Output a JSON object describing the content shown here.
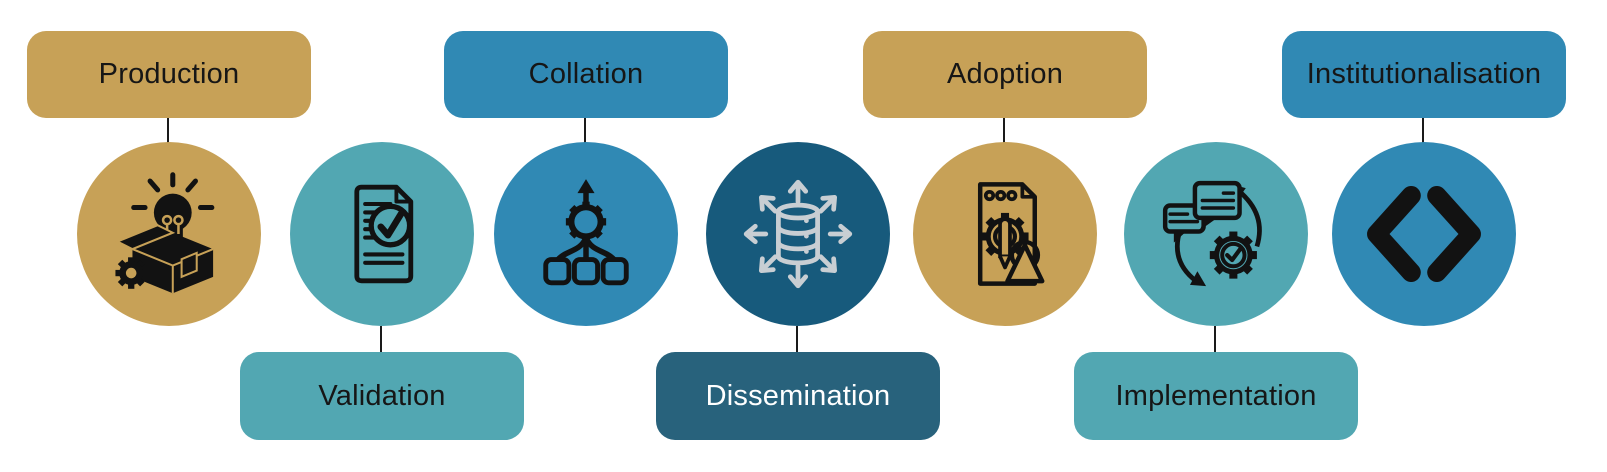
{
  "diagram": {
    "type": "process-flow",
    "stage_count": 7,
    "stages": [
      {
        "label": "Production",
        "variant": "gold",
        "label_position": "top",
        "icon": "lightbulb-box-icon"
      },
      {
        "label": "Validation",
        "variant": "teal",
        "label_position": "bottom",
        "icon": "document-checklist-icon"
      },
      {
        "label": "Collation",
        "variant": "blue",
        "label_position": "top",
        "icon": "gear-aggregation-icon"
      },
      {
        "label": "Dissemination",
        "variant": "navy",
        "label_position": "bottom",
        "icon": "database-distribution-icon"
      },
      {
        "label": "Adoption",
        "variant": "gold",
        "label_position": "top",
        "icon": "document-gear-certificate-icon"
      },
      {
        "label": "Implementation",
        "variant": "teal",
        "label_position": "bottom",
        "icon": "discussion-gear-cycle-icon"
      },
      {
        "label": "Institutionalisation",
        "variant": "blue",
        "label_position": "top",
        "icon": "code-brackets-icon"
      }
    ],
    "colors": {
      "gold": "#C7A157",
      "teal": "#52A7B2",
      "blue": "#3089B4",
      "navy_circle": "#175A7C",
      "navy_label": "#28627C",
      "icon_dark": "#121212",
      "icon_light_on_navy": "#C8CED3",
      "label_text_dark": "#161616",
      "label_text_light": "#FFFFFF",
      "connector": "#1A1A1A",
      "background": "#FFFFFF"
    }
  }
}
